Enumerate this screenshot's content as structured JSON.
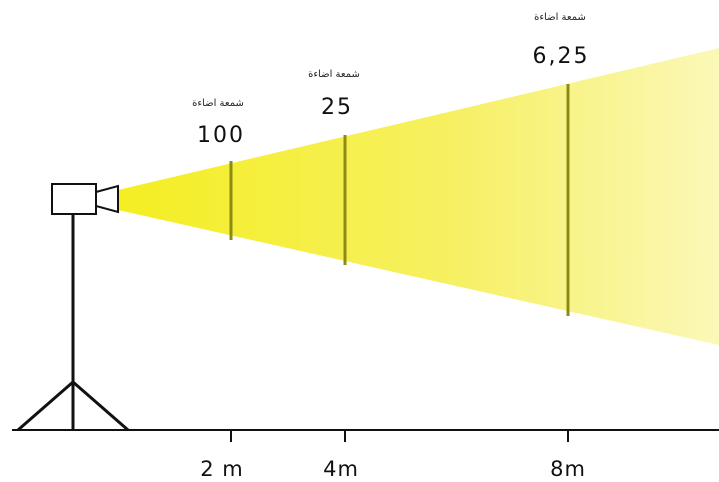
{
  "diagram": {
    "markers": [
      {
        "distance": "2 m",
        "illumination": "100",
        "unit_label": "شمعة اضاءة"
      },
      {
        "distance": "4m",
        "illumination": "25",
        "unit_label": "شمعة اضاءة"
      },
      {
        "distance": "8m",
        "illumination": "6,25",
        "unit_label": "شمعة اضاءة"
      }
    ]
  },
  "colors": {
    "beam_start": "#f4ee22",
    "beam_end": "#fbf8b8",
    "marker_line": "#8c8c14",
    "stroke": "#111111"
  }
}
